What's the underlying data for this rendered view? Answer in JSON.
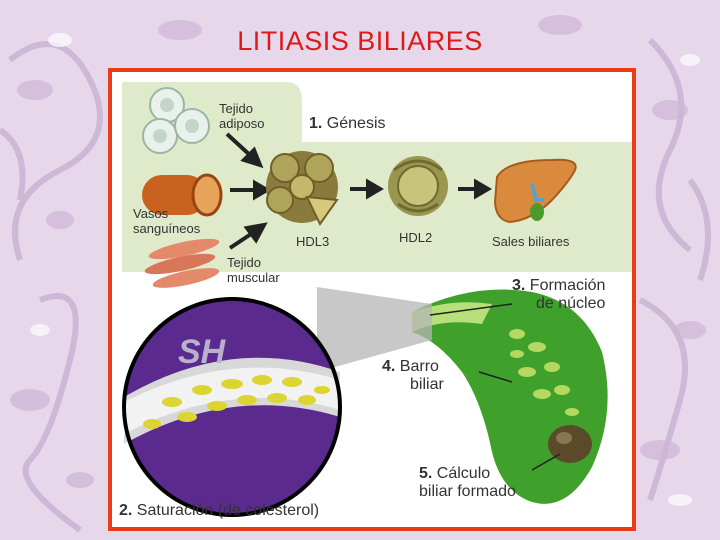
{
  "slide": {
    "title": "LITIASIS BILIARES"
  },
  "figure": {
    "labels": {
      "tejido_adiposo": [
        "Tejido",
        "adiposo"
      ],
      "genesis_num": "1.",
      "genesis": "Génesis",
      "vasos": [
        "Vasos",
        "sanguíneos"
      ],
      "hdl3": "HDL3",
      "hdl2": "HDL2",
      "sales": "Sales biliares",
      "tejido_muscular": [
        "Tejido",
        "muscular"
      ],
      "formacion_num": "3.",
      "formacion": [
        "Formación",
        "de núcleo"
      ],
      "barro_num": "4.",
      "barro": [
        "Barro",
        "biliar"
      ],
      "calculo_num": "5.",
      "calculo": [
        "Cálculo",
        "biliar formado"
      ],
      "saturacion_num": "2.",
      "saturacion": "Saturación (de colesterol)",
      "logo": "SH"
    }
  }
}
